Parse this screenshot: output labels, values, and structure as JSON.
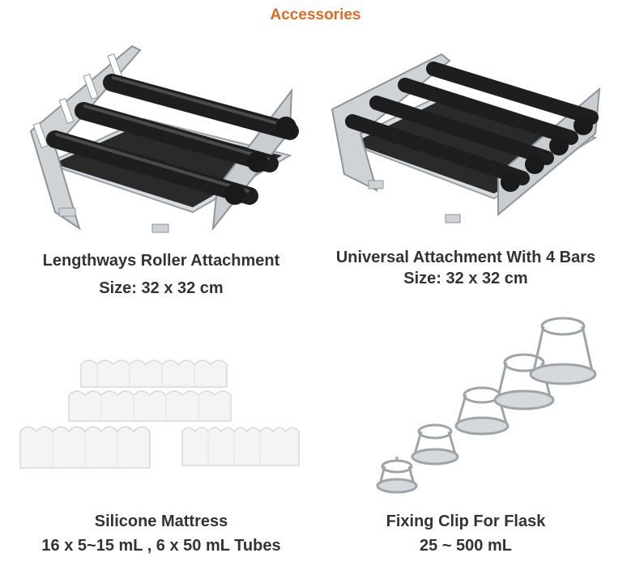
{
  "page": {
    "title": "Accessories",
    "title_color": "#e06a1f"
  },
  "items": [
    {
      "name": "Lengthways Roller Attachment",
      "detail": "Size: 32 x 32 cm",
      "icon": "roller-attachment-image"
    },
    {
      "name": "Universal Attachment With 4 Bars",
      "detail": "Size: 32 x 32 cm",
      "icon": "universal-attachment-image"
    },
    {
      "name": "Silicone Mattress",
      "detail": "16 x 5~15 mL , 6 x 50 mL Tubes",
      "icon": "silicone-mattress-image"
    },
    {
      "name": "Fixing Clip For Flask",
      "detail": "25 ~ 500 mL",
      "icon": "fixing-clip-image"
    }
  ],
  "colors": {
    "text": "#333333",
    "metal": "#cfd3d6",
    "bar": "#2b2b2b",
    "silicone": "#f2f2f2"
  }
}
